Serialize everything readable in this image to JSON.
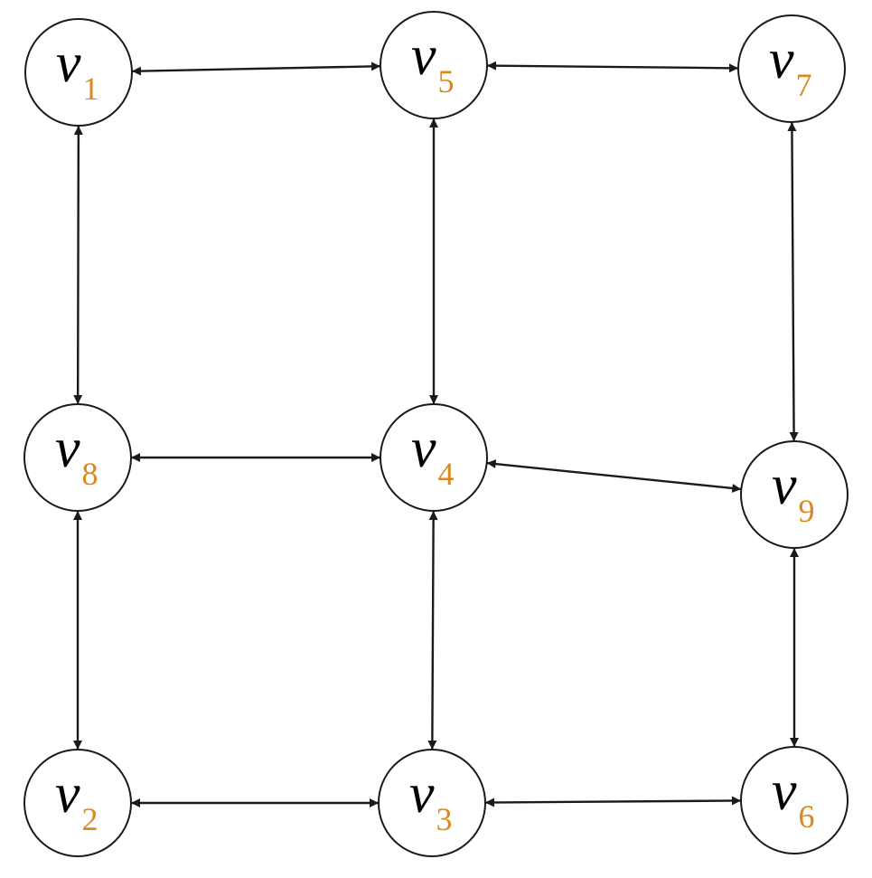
{
  "diagram": {
    "type": "directed-graph",
    "colors": {
      "stroke": "#1a1a1a",
      "node_fill": "#ffffff",
      "label_letter": "#000000",
      "label_subscript": "#d98a1e"
    },
    "nodes": [
      {
        "id": "v1",
        "letter": "v",
        "sub": "1"
      },
      {
        "id": "v5",
        "letter": "v",
        "sub": "5"
      },
      {
        "id": "v7",
        "letter": "v",
        "sub": "7"
      },
      {
        "id": "v8",
        "letter": "v",
        "sub": "8"
      },
      {
        "id": "v4",
        "letter": "v",
        "sub": "4"
      },
      {
        "id": "v9",
        "letter": "v",
        "sub": "9"
      },
      {
        "id": "v2",
        "letter": "v",
        "sub": "2"
      },
      {
        "id": "v3",
        "letter": "v",
        "sub": "3"
      },
      {
        "id": "v6",
        "letter": "v",
        "sub": "6"
      }
    ],
    "edges": [
      {
        "from": "v1",
        "to": "v5",
        "direction": "both"
      },
      {
        "from": "v5",
        "to": "v7",
        "direction": "both"
      },
      {
        "from": "v1",
        "to": "v8",
        "direction": "both"
      },
      {
        "from": "v5",
        "to": "v4",
        "direction": "both"
      },
      {
        "from": "v7",
        "to": "v9",
        "direction": "both"
      },
      {
        "from": "v8",
        "to": "v4",
        "direction": "both"
      },
      {
        "from": "v4",
        "to": "v9",
        "direction": "both"
      },
      {
        "from": "v8",
        "to": "v2",
        "direction": "both"
      },
      {
        "from": "v4",
        "to": "v3",
        "direction": "both"
      },
      {
        "from": "v9",
        "to": "v6",
        "direction": "both"
      },
      {
        "from": "v2",
        "to": "v3",
        "direction": "both"
      },
      {
        "from": "v3",
        "to": "v6",
        "direction": "both"
      }
    ]
  }
}
